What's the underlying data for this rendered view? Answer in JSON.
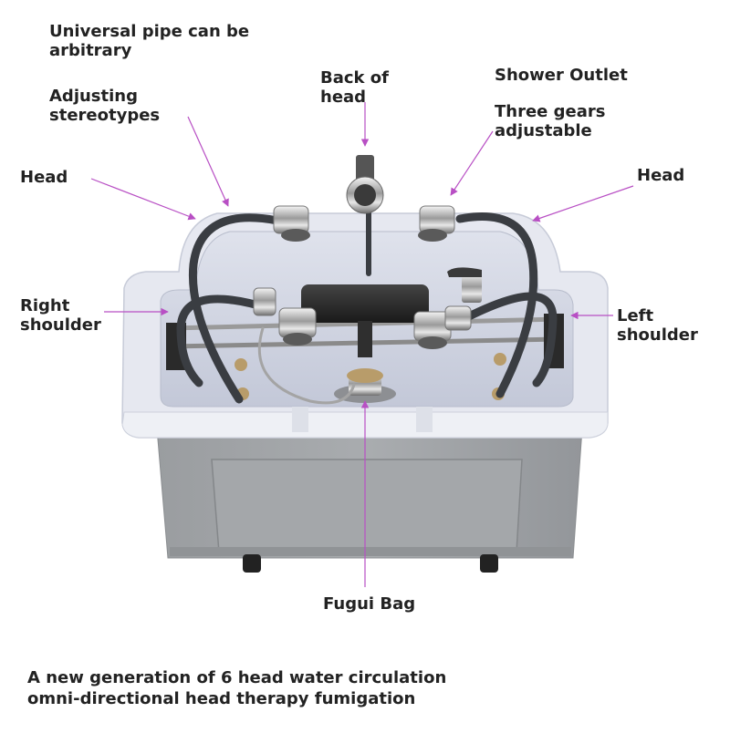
{
  "labels": {
    "universal_pipe": "Universal pipe can be\narbitrary",
    "adjusting": "Adjusting\nstereotypes",
    "head_left": "Head",
    "back_of_head": "Back of\nhead",
    "shower_outlet": "Shower Outlet",
    "three_gears": "Three gears\nadjustable",
    "head_right": "Head",
    "right_shoulder": "Right\nshoulder",
    "left_shoulder": "Left\nshoulder",
    "fugui_bag": "Fugui Bag"
  },
  "caption": "A new generation of 6 head water circulation\nomni-directional head therapy fumigation",
  "colors": {
    "arrow": "#b84fc4",
    "basin_rim": "#e4e6ee",
    "basin_inner": "#cfd3e2",
    "cabinet": "#a2a5a8",
    "hose": "#3a3d42",
    "text": "#222222"
  },
  "icons": {
    "nozzle": "chrome-shower-nozzle-icon",
    "faucet": "faucet-icon",
    "drain": "drain-icon",
    "pillow": "neck-pillow-icon"
  }
}
